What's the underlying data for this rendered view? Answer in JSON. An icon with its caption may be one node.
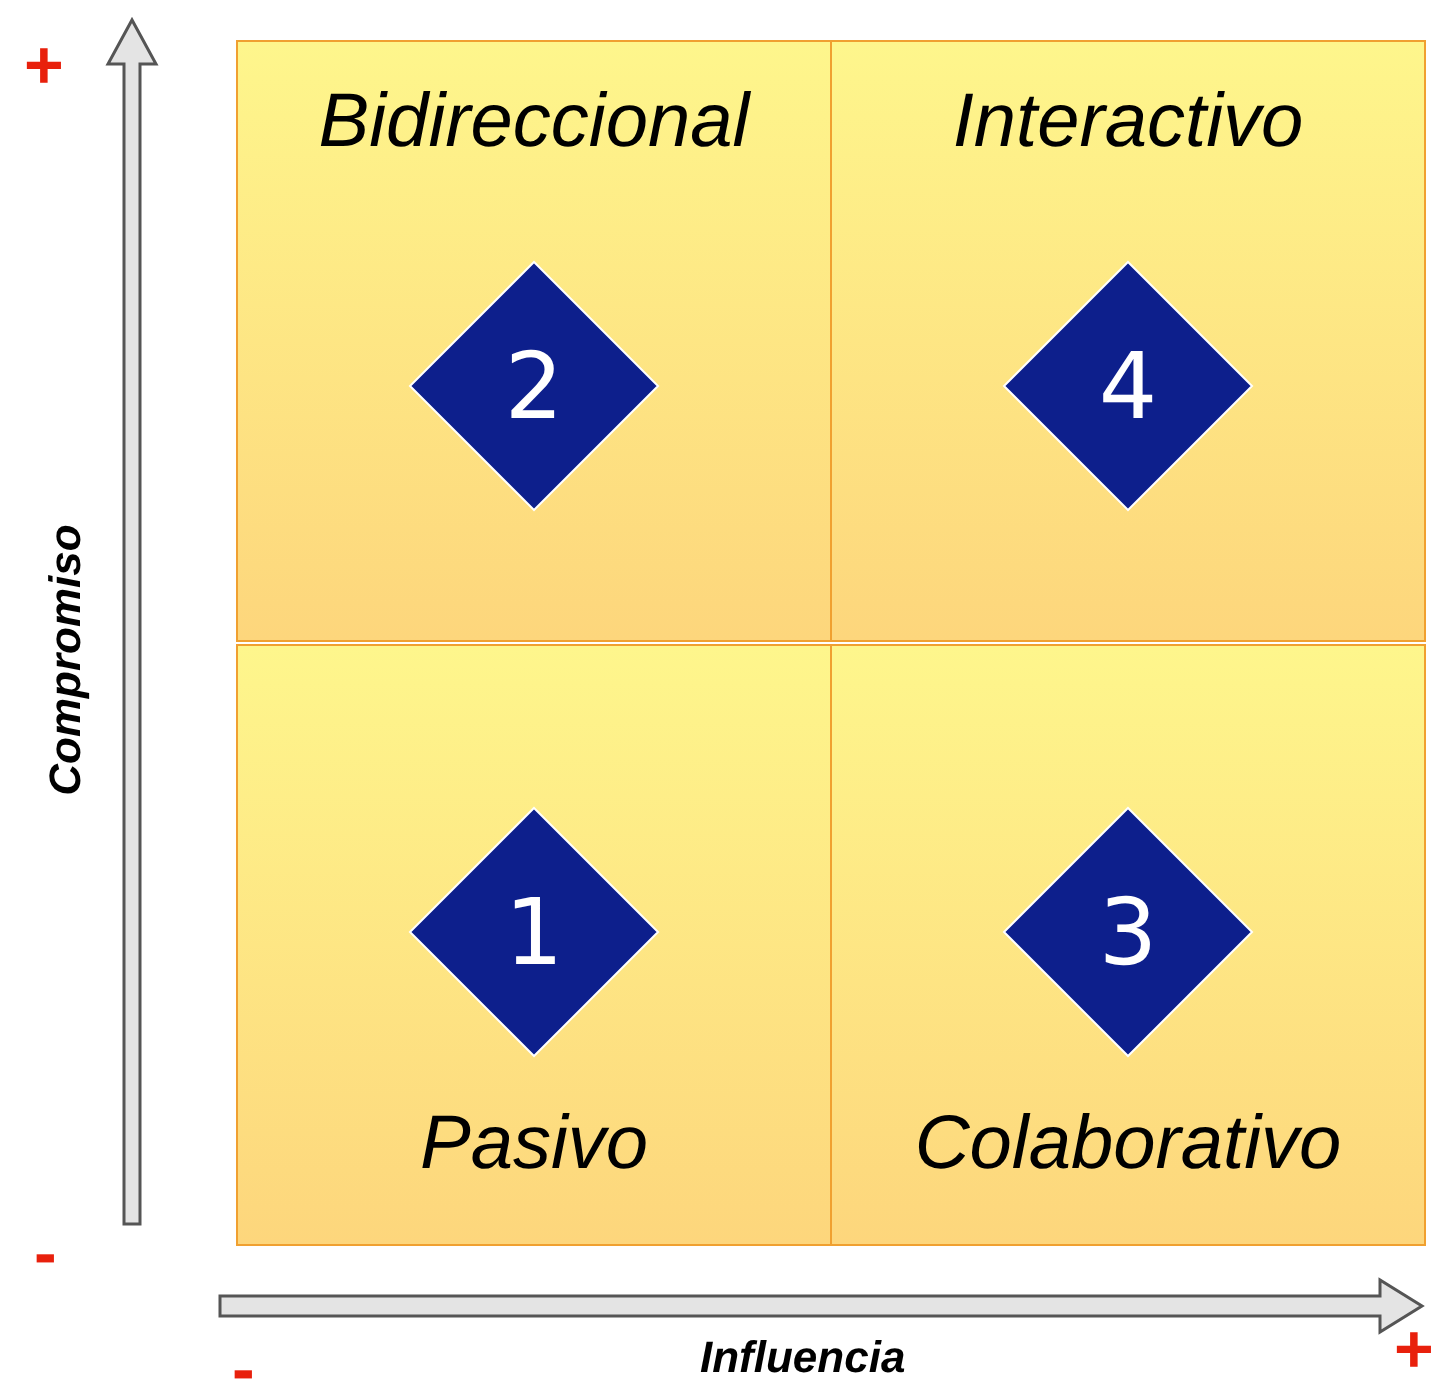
{
  "diagram": {
    "nodes": [
      {
        "text": [
          "Bidireccional"
        ]
      },
      {
        "text": [
          "2"
        ],
        "in": 0
      },
      {
        "text": [
          "Interactivo"
        ]
      },
      {
        "text": [
          "4"
        ],
        "in": 2
      },
      {
        "text": [
          "Pasivo"
        ]
      },
      {
        "text": [
          "1"
        ],
        "in": 4
      },
      {
        "text": [
          "Colaborativo"
        ]
      },
      {
        "text": [
          "3"
        ],
        "in": 6
      }
    ],
    "edges": [],
    "labels": [
      "+",
      "Compromiso",
      "-",
      "-",
      "Influencia",
      "+"
    ]
  }
}
